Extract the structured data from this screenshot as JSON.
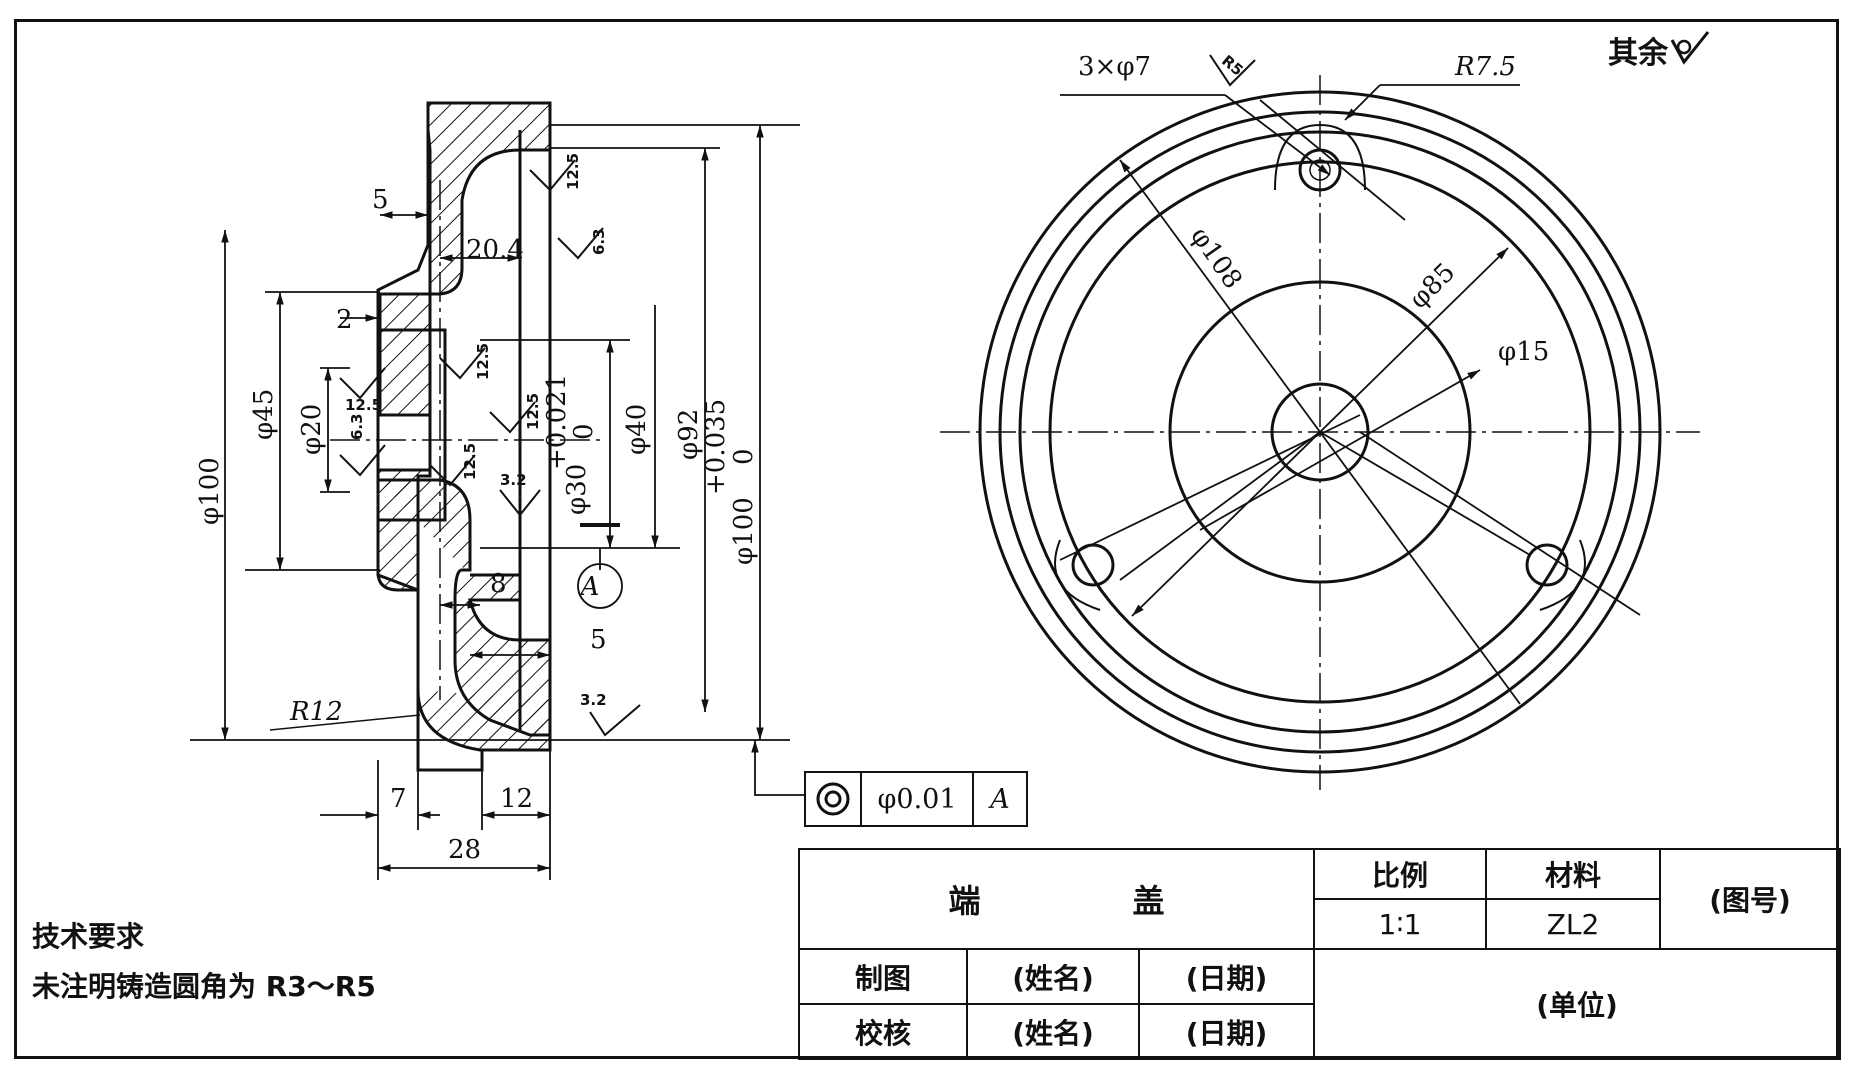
{
  "drawing": {
    "surface_note": {
      "label": "其余",
      "symbol": "roughness-unmachined-icon"
    },
    "front_view": {
      "dimensions": [
        "3×φ7",
        "R7.5",
        "R5",
        "φ108",
        "φ85",
        "φ15"
      ]
    },
    "section_view": {
      "dimensions": [
        "5",
        "20.4",
        "2",
        "φ45",
        "φ20",
        "φ100",
        "φ40",
        "φ92",
        "φ100",
        "8",
        "5",
        "R12",
        "7",
        "12",
        "28"
      ],
      "toleranced": [
        {
          "nominal": "φ30",
          "upper": "+0.021",
          "lower": "0"
        },
        {
          "nominal": "φ100",
          "upper": "+0.035",
          "lower": "0"
        }
      ],
      "roughness": [
        "12.5",
        "6.3",
        "12.5",
        "12.5",
        "6.3",
        "12.5",
        "12.5",
        "3.2",
        "3.2"
      ],
      "datum": "A"
    },
    "tolerance_frame": {
      "symbol": "concentricity-icon",
      "value": "φ0.01",
      "datum": "A"
    }
  },
  "technical_requirements": {
    "heading": "技术要求",
    "line1": "未注明铸造圆角为 R3～R5"
  },
  "title_block": {
    "part_name": "端　盖",
    "scale_label": "比例",
    "scale_value": "1∶1",
    "material_label": "材料",
    "material_value": "ZL2",
    "drawing_number": "(图号)",
    "drawn_label": "制图",
    "checked_label": "校核",
    "name_placeholder": "(姓名)",
    "date_placeholder": "(日期)",
    "company": "(单位)"
  }
}
